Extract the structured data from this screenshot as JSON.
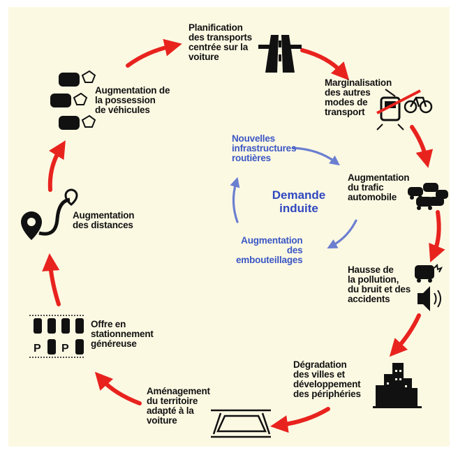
{
  "title": "Demande induite",
  "outer_cycle": [
    {
      "id": "planification",
      "label": "Planification\ndes transports\ncentrée sur la\nvoiture",
      "icon": "highway-icon"
    },
    {
      "id": "marginalisation",
      "label": "Marginalisation\ndes autres\nmodes de\ntransport",
      "icon": "crossed-out-tram-bike-icon"
    },
    {
      "id": "trafic",
      "label": "Augmentation\ndu trafic\nautomobile",
      "icon": "car-traffic-icon"
    },
    {
      "id": "pollution",
      "label": "Hausse de\nla pollution,\ndu bruit et des\naccidents",
      "icon": "crash-noise-icon"
    },
    {
      "id": "degradation",
      "label": "Dégradation\ndes villes et\ndéveloppement\ndes périphéries",
      "icon": "city-buildings-icon"
    },
    {
      "id": "amenagement",
      "label": "Aménagement\ndu territoire\nadapté à la\nvoiture",
      "icon": "road-lanes-icon"
    },
    {
      "id": "stationnement",
      "label": "Offre en\nstationnement\ngénéreuse",
      "icon": "parking-lot-icon"
    },
    {
      "id": "distances",
      "label": "Augmentation\ndes distances",
      "icon": "route-pin-icon"
    },
    {
      "id": "possession",
      "label": "Augmentation de\nla possession\nde véhicules",
      "icon": "cars-price-tag-icon"
    }
  ],
  "inner_cycle": [
    {
      "id": "infrastructures",
      "label": "Nouvelles\ninfrastructures\nroutières"
    },
    {
      "id": "embouteillages",
      "label": "Augmentation\ndes\nembouteillages"
    }
  ],
  "colors": {
    "outer_arrow": "#e8231e",
    "inner_arrow": "#6b7fd0",
    "center_text": "#3048c0",
    "inner_text": "#3a57c4",
    "background": "#fcf9e3"
  }
}
